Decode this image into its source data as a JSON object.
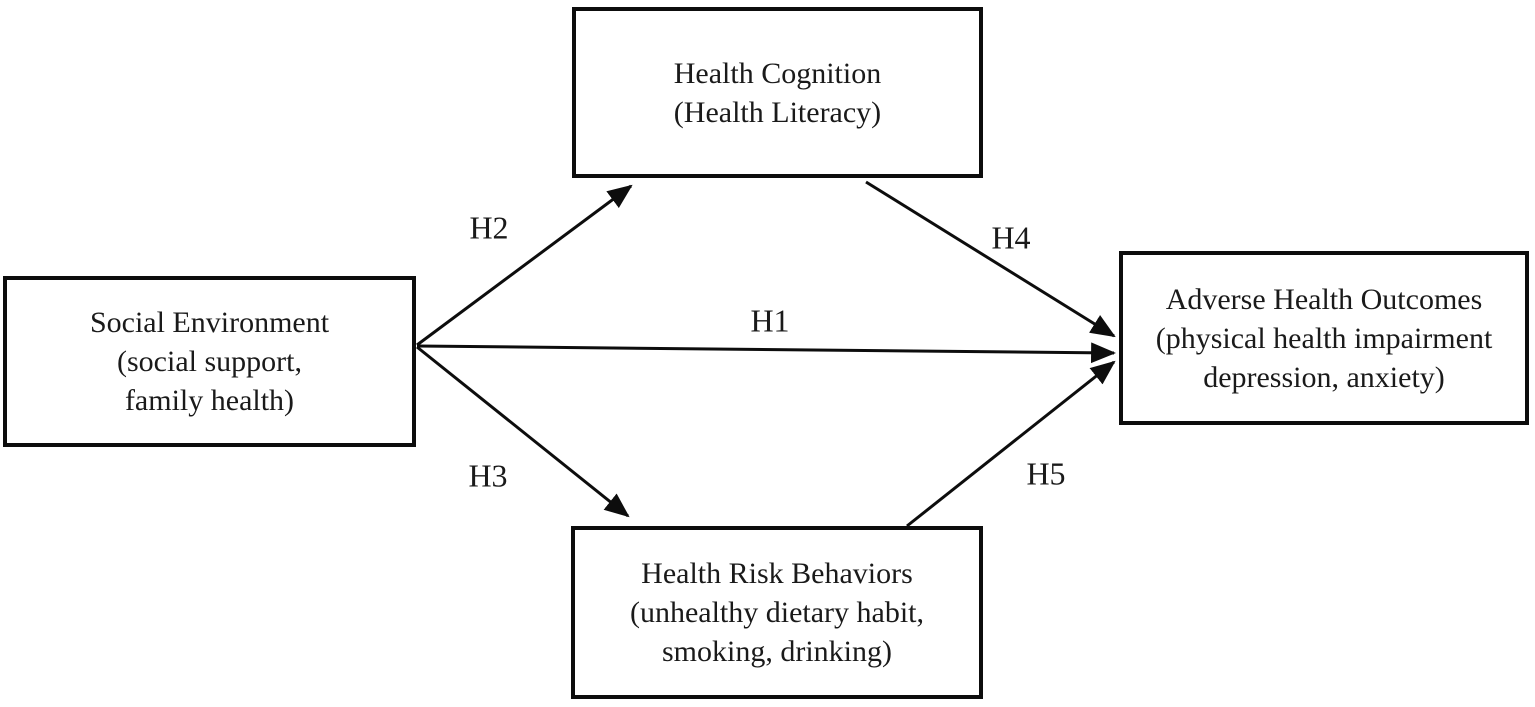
{
  "diagram": {
    "type": "path-model",
    "background_color": "#ffffff",
    "line_color": "#0d0d0d",
    "text_color": "#1a1a1a",
    "nodes": {
      "health_cognition": {
        "lines": [
          "Health Cognition",
          "(Health Literacy)"
        ]
      },
      "social_environment": {
        "lines": [
          "Social Environment",
          "(social support,",
          "family health)"
        ]
      },
      "adverse_health_outcomes": {
        "lines": [
          "Adverse Health Outcomes",
          "(physical health impairment",
          "depression, anxiety)"
        ]
      },
      "health_risk_behaviors": {
        "lines": [
          "Health Risk Behaviors",
          "(unhealthy dietary habit,",
          "smoking, drinking)"
        ]
      }
    },
    "edges": [
      {
        "label": "H1",
        "from": "social_environment",
        "to": "adverse_health_outcomes"
      },
      {
        "label": "H2",
        "from": "social_environment",
        "to": "health_cognition"
      },
      {
        "label": "H3",
        "from": "social_environment",
        "to": "health_risk_behaviors"
      },
      {
        "label": "H4",
        "from": "health_cognition",
        "to": "adverse_health_outcomes"
      },
      {
        "label": "H5",
        "from": "health_risk_behaviors",
        "to": "adverse_health_outcomes"
      }
    ]
  }
}
